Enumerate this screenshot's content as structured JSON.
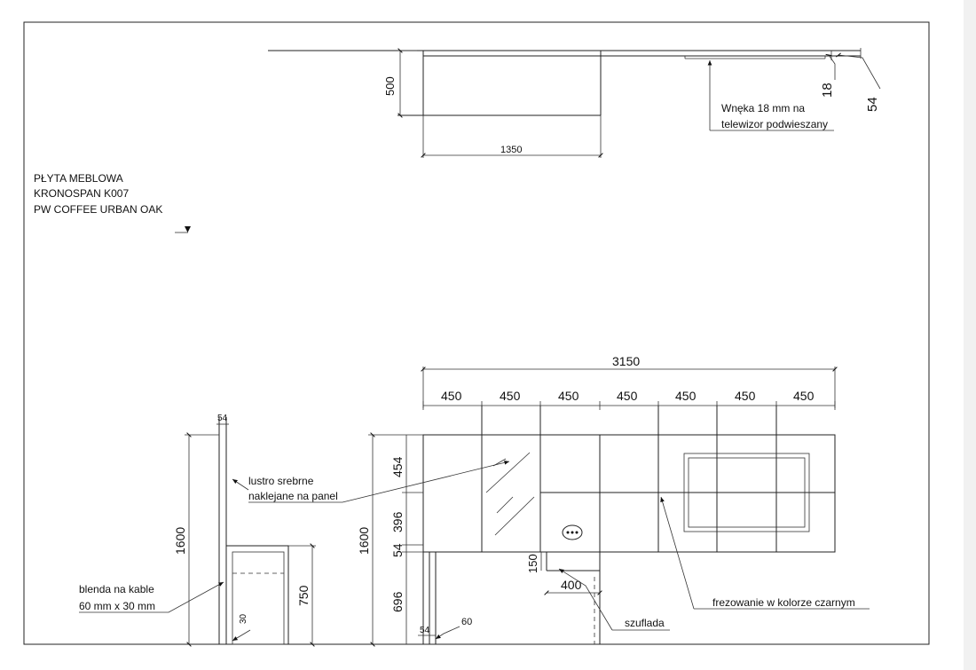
{
  "material_note": {
    "line1": "PŁYTA MEBLOWA",
    "line2": "KRONOSPAN K007",
    "line3": "PW COFFEE URBAN OAK"
  },
  "top_view": {
    "depth_label": "500",
    "width_label": "1350",
    "recess_note_line1": "Wnęka 18 mm na",
    "recess_note_line2": "telewizor podwieszany",
    "dim_18": "18",
    "dim_54": "54"
  },
  "front_view": {
    "total_width": "3150",
    "module_widths": [
      "450",
      "450",
      "450",
      "450",
      "450",
      "450",
      "450"
    ],
    "height_total": "1600",
    "heights": [
      "454",
      "396",
      "54",
      "696"
    ],
    "drawer_height": "150",
    "drawer_width": "400",
    "mirror_note_line1": "lustro srebrne",
    "mirror_note_line2": "naklejane na panel",
    "milling_note": "frezowanie w kolorze czarnym",
    "drawer_note": "szuflada",
    "leg_dim_54": "54",
    "leg_dim_60": "60"
  },
  "side_view": {
    "panel_dim": "54",
    "height_total": "1600",
    "cabinet_height": "750",
    "cable_cover_line1": "blenda na kable",
    "cable_cover_line2": "60 mm x 30 mm",
    "dim_30": "30"
  }
}
